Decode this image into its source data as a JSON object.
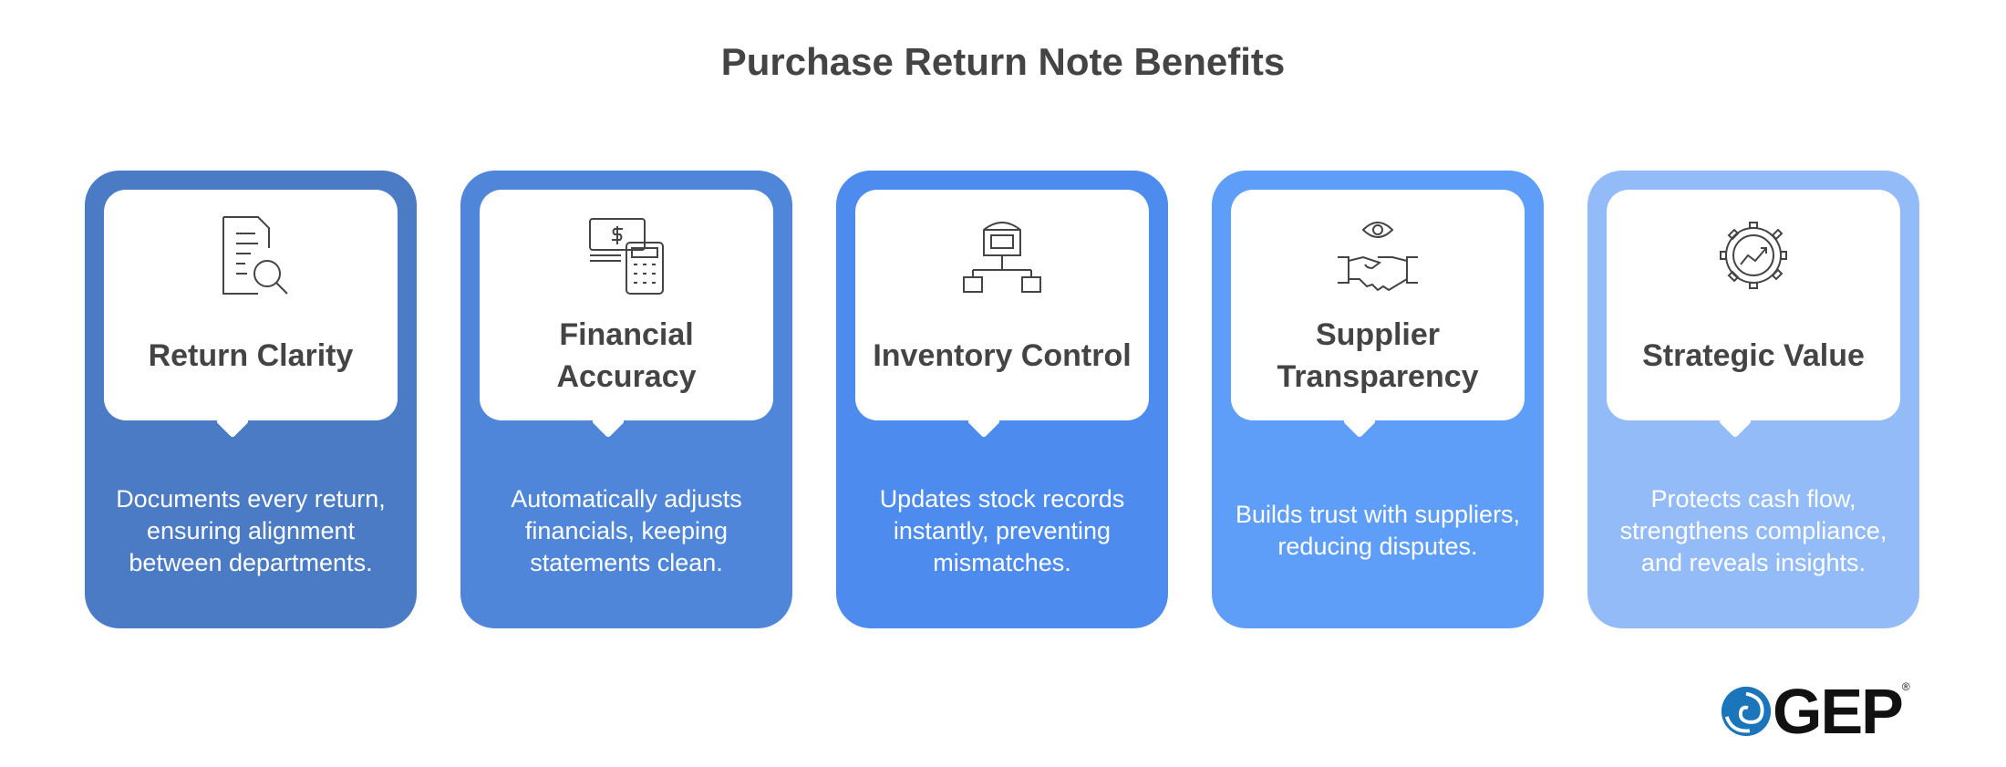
{
  "title": "Purchase Return Note Benefits",
  "cards": [
    {
      "title": "Return Clarity",
      "description": "Documents every return, ensuring alignment between departments.",
      "icon": "document-search-icon",
      "color": "#4a7bc4"
    },
    {
      "title": "Financial Accuracy",
      "description": "Automatically adjusts financials, keeping statements clean.",
      "icon": "money-calculator-icon",
      "color": "#4f86da"
    },
    {
      "title": "Inventory Control",
      "description": "Updates stock records instantly, preventing mismatches.",
      "icon": "warehouse-network-icon",
      "color": "#4d8cee"
    },
    {
      "title": "Supplier Transparency",
      "description": "Builds trust with suppliers, reducing disputes.",
      "icon": "eye-handshake-icon",
      "color": "#5e9ef8"
    },
    {
      "title": "Strategic Value",
      "description": "Protects cash flow, strengthens compliance, and reveals insights.",
      "icon": "gear-chart-icon",
      "color": "#93bbf8"
    }
  ],
  "logo": {
    "text": "GEP",
    "mark": "®",
    "color": "#1a75bb"
  }
}
